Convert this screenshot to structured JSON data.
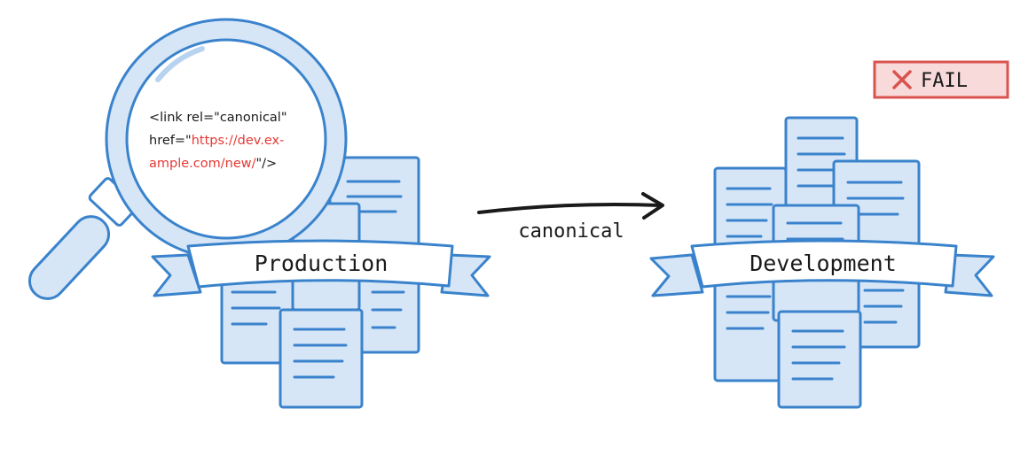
{
  "colors": {
    "accent": "#3a83cc",
    "page_fill": "#d6e6f7",
    "url_red": "#e53935",
    "fail_red": "#d9534f",
    "fail_bg": "#f9dada"
  },
  "code_snippet": {
    "line1": "<link rel=\"canonical\"",
    "line2_prefix": "href=\"",
    "line2_url": "https://dev.ex-",
    "line3_url": "ample.com/new/",
    "line3_suffix": "\"/>"
  },
  "production": {
    "label": "Production"
  },
  "development": {
    "label": "Development"
  },
  "arrow": {
    "label": "canonical"
  },
  "status": {
    "icon": "x-icon",
    "label": "FAIL"
  }
}
